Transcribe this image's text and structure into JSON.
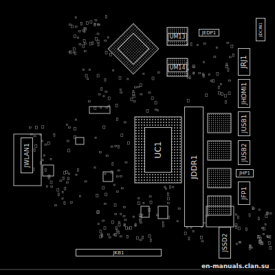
{
  "diagram": {
    "nodes": [
      {
        "text": [
          "UC1"
        ]
      },
      {
        "text": [
          "JDDR1"
        ]
      },
      {
        "text": [
          "JRJ1"
        ]
      },
      {
        "text": [
          "JHDMI1"
        ]
      },
      {
        "text": [
          "JUSB1"
        ]
      },
      {
        "text": [
          "JUSB2"
        ]
      },
      {
        "text": [
          "JHP1"
        ]
      },
      {
        "text": [
          "JFP1"
        ]
      },
      {
        "text": [
          "JSSD2"
        ]
      },
      {
        "text": [
          "JKB1"
        ]
      },
      {
        "text": [
          "JWLAN1"
        ]
      },
      {
        "text": [
          "UM13"
        ]
      },
      {
        "text": [
          "UM14"
        ]
      },
      {
        "text": [
          "JEDP1"
        ]
      },
      {
        "text": [
          "JDCIN1"
        ]
      }
    ],
    "labels": [
      "en-manuals.clan.su"
    ]
  }
}
